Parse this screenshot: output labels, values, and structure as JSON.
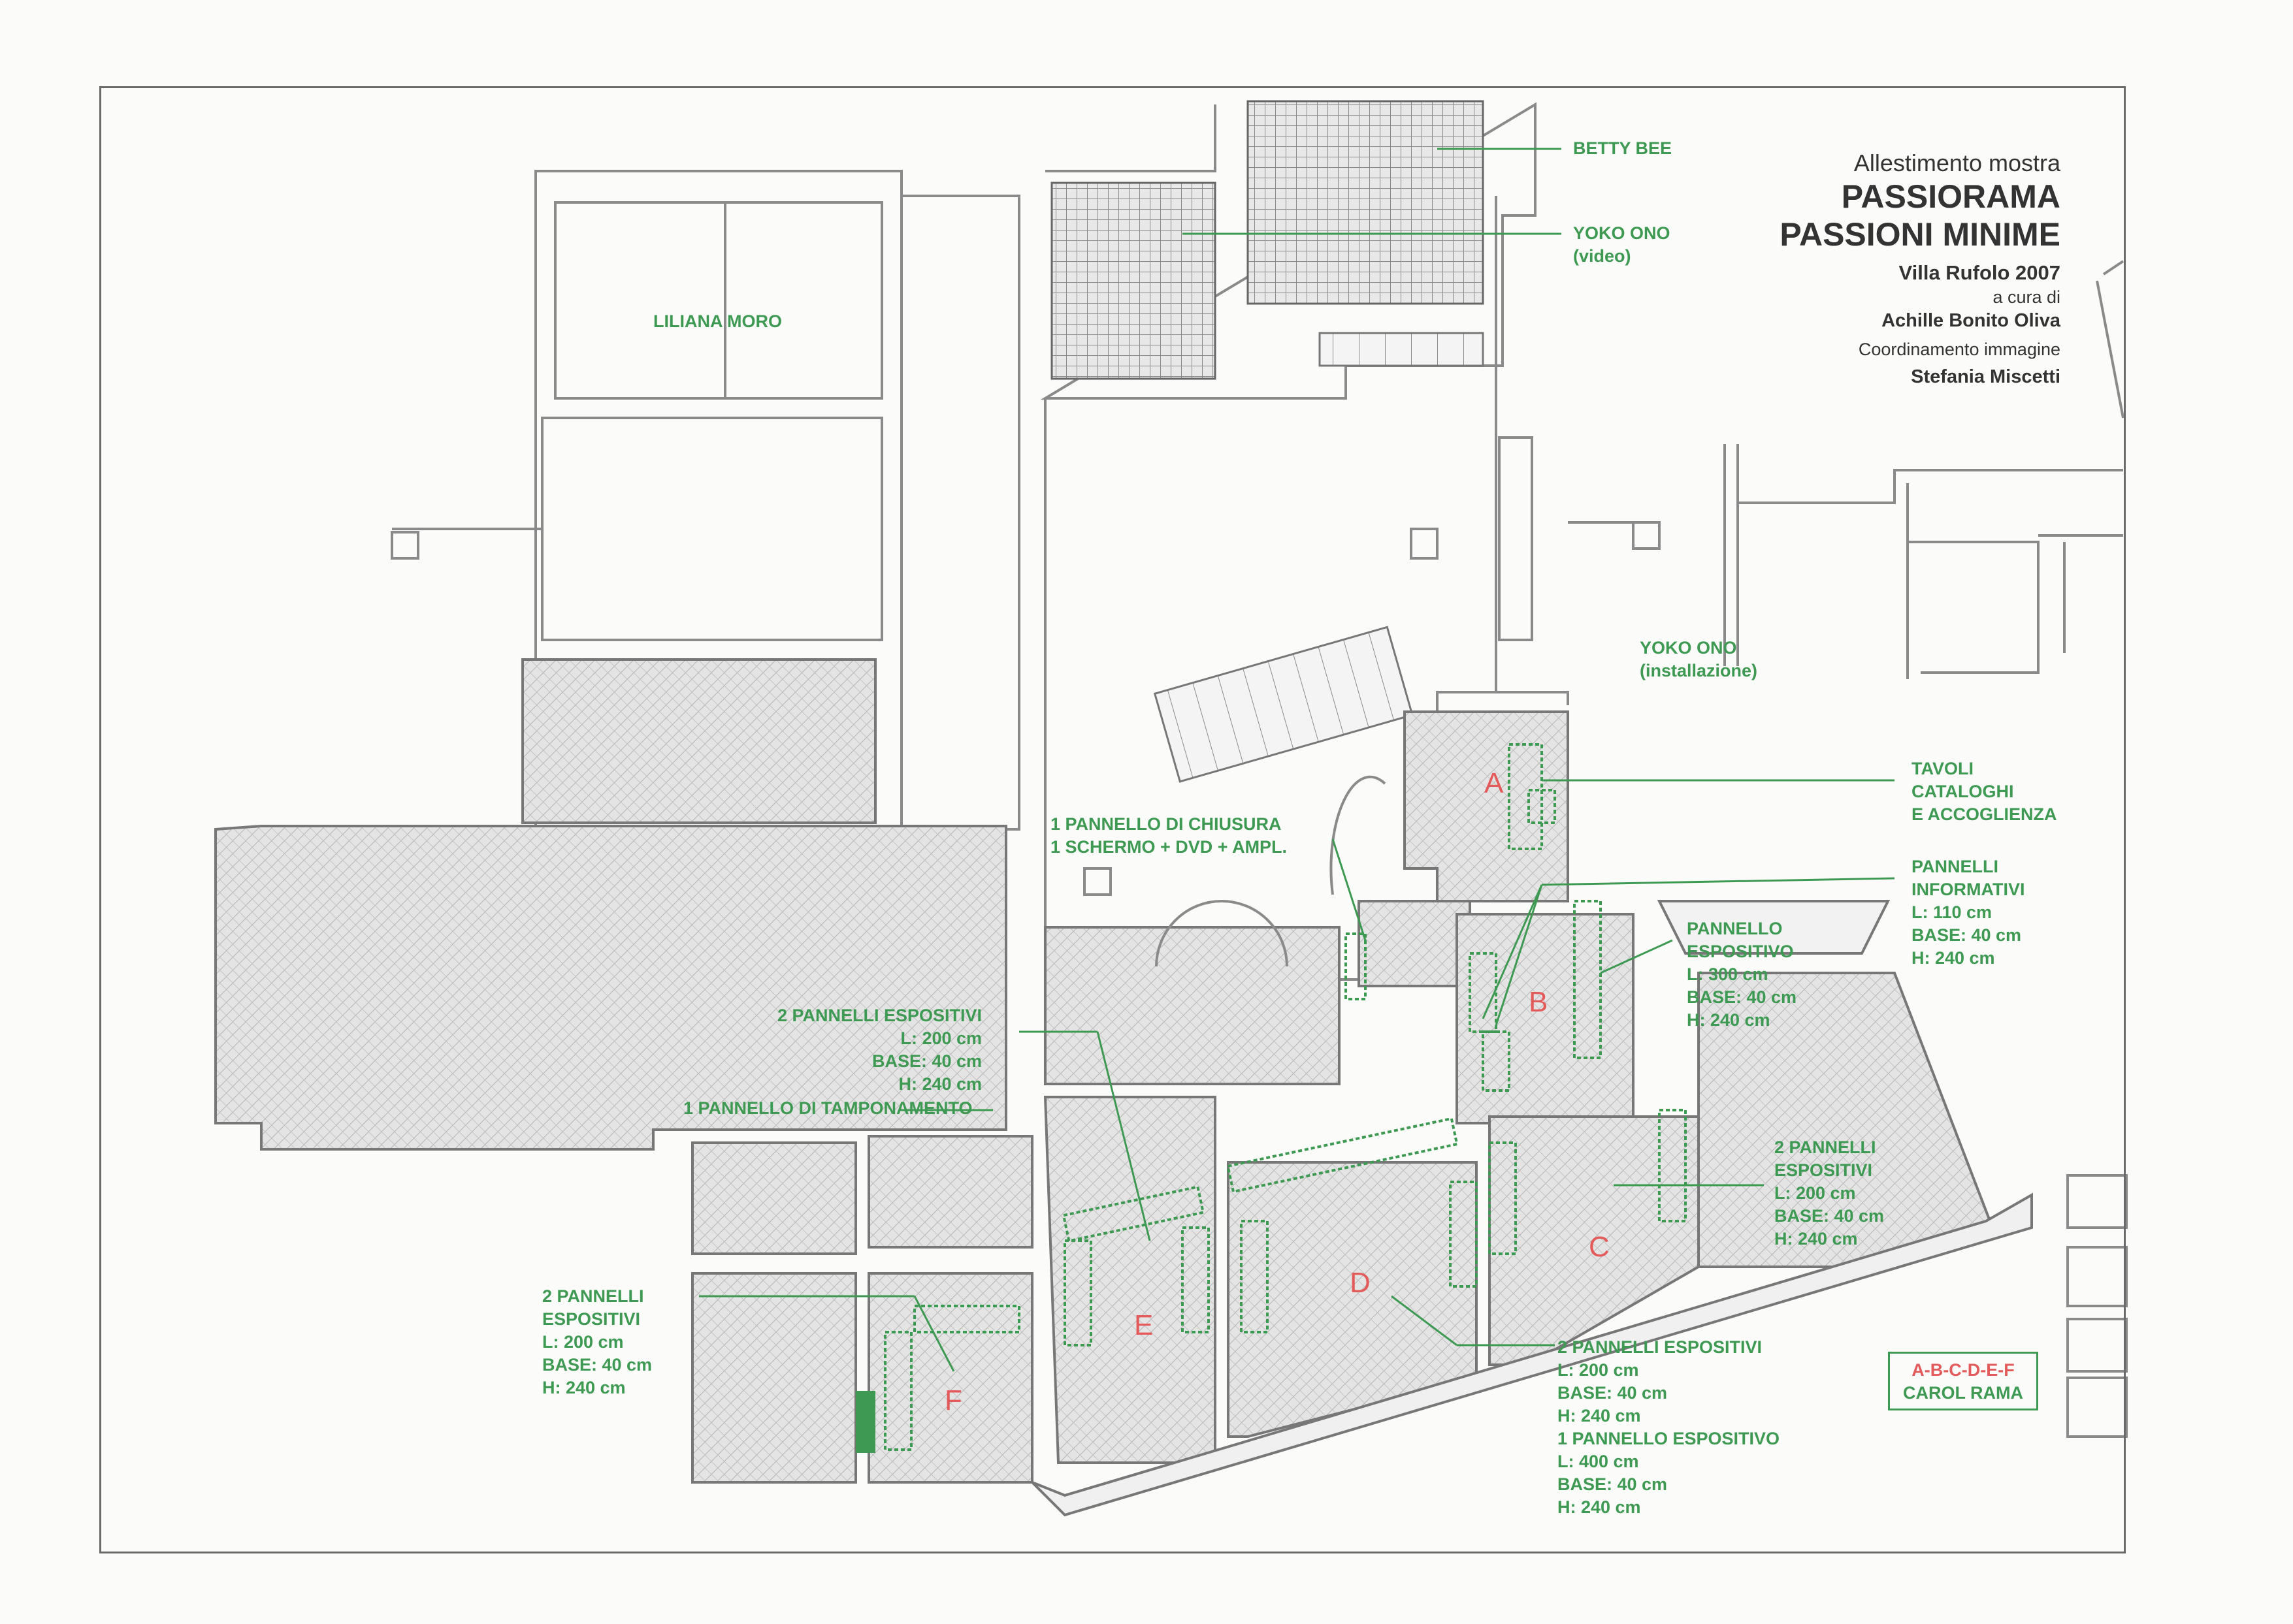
{
  "title_block": {
    "subtitle": "Allestimento mostra",
    "title_line1": "PASSIORAMA",
    "title_line2": "PASSIONI MINIME",
    "venue": "Villa Rufolo  2007",
    "curated_by_label": "a cura di",
    "curator": "Achille Bonito Oliva",
    "coordination_label": "Coordinamento immagine",
    "coordinator": "Stefania Miscetti"
  },
  "labels": {
    "betty_bee": "BETTY BEE",
    "yoko_video_1": "YOKO ONO",
    "yoko_video_2": "(video)",
    "liliana_moro": "LILIANA MORO",
    "yoko_inst_1": "YOKO ONO",
    "yoko_inst_2": "(installazione)",
    "tavoli_1": "TAVOLI",
    "tavoli_2": "CATALOGHI",
    "tavoli_3": "E ACCOGLIENZA",
    "pann_info_1": "PANNELLI",
    "pann_info_2": "INFORMATIVI",
    "pann_info_3": "L: 110 cm",
    "pann_info_4": "BASE: 40 cm",
    "pann_info_5": "H: 240 cm",
    "pann_esp_b_1": "PANNELLO",
    "pann_esp_b_2": "ESPOSITIVO",
    "pann_esp_b_3": "L: 300 cm",
    "pann_esp_b_4": "BASE: 40 cm",
    "pann_esp_b_5": "H: 240 cm",
    "chiusura_1": "1  PANNELLO DI CHIUSURA",
    "chiusura_2": "1 SCHERMO  + DVD + AMPL.",
    "pann_esp_e_1": "2 PANNELLI ESPOSITIVI",
    "pann_esp_e_2": "L: 200 cm",
    "pann_esp_e_3": "BASE: 40 cm",
    "pann_esp_e_4": "H: 240 cm",
    "tamponamento": "1 PANNELLO DI TAMPONAMENTO",
    "pann_esp_c_1": "2 PANNELLI",
    "pann_esp_c_2": "ESPOSITIVI",
    "pann_esp_c_3": "L: 200 cm",
    "pann_esp_c_4": "BASE: 40 cm",
    "pann_esp_c_5": "H: 240 cm",
    "pann_esp_f_1": "2 PANNELLI",
    "pann_esp_f_2": "ESPOSITIVI",
    "pann_esp_f_3": "L: 200 cm",
    "pann_esp_f_4": "BASE: 40 cm",
    "pann_esp_f_5": "H: 240 cm",
    "pann_esp_d_1": "2 PANNELLI ESPOSITIVI",
    "pann_esp_d_2": "L: 200 cm",
    "pann_esp_d_3": "BASE: 40 cm",
    "pann_esp_d_4": "H: 240 cm",
    "pann_esp_d_5": "1 PANNELLO ESPOSITIVO",
    "pann_esp_d_6": "L: 400 cm",
    "pann_esp_d_7": "BASE: 40 cm",
    "pann_esp_d_8": "H: 240 cm"
  },
  "rooms": {
    "a": "A",
    "b": "B",
    "c": "C",
    "d": "D",
    "e": "E",
    "f": "F"
  },
  "legend": {
    "line1": "A-B-C-D-E-F",
    "line2": "CAROL RAMA"
  },
  "colors": {
    "green": "#3e9a52",
    "red": "#e25a5a",
    "wall": "#8a8a8a",
    "hatch": "#b9b9b9"
  }
}
